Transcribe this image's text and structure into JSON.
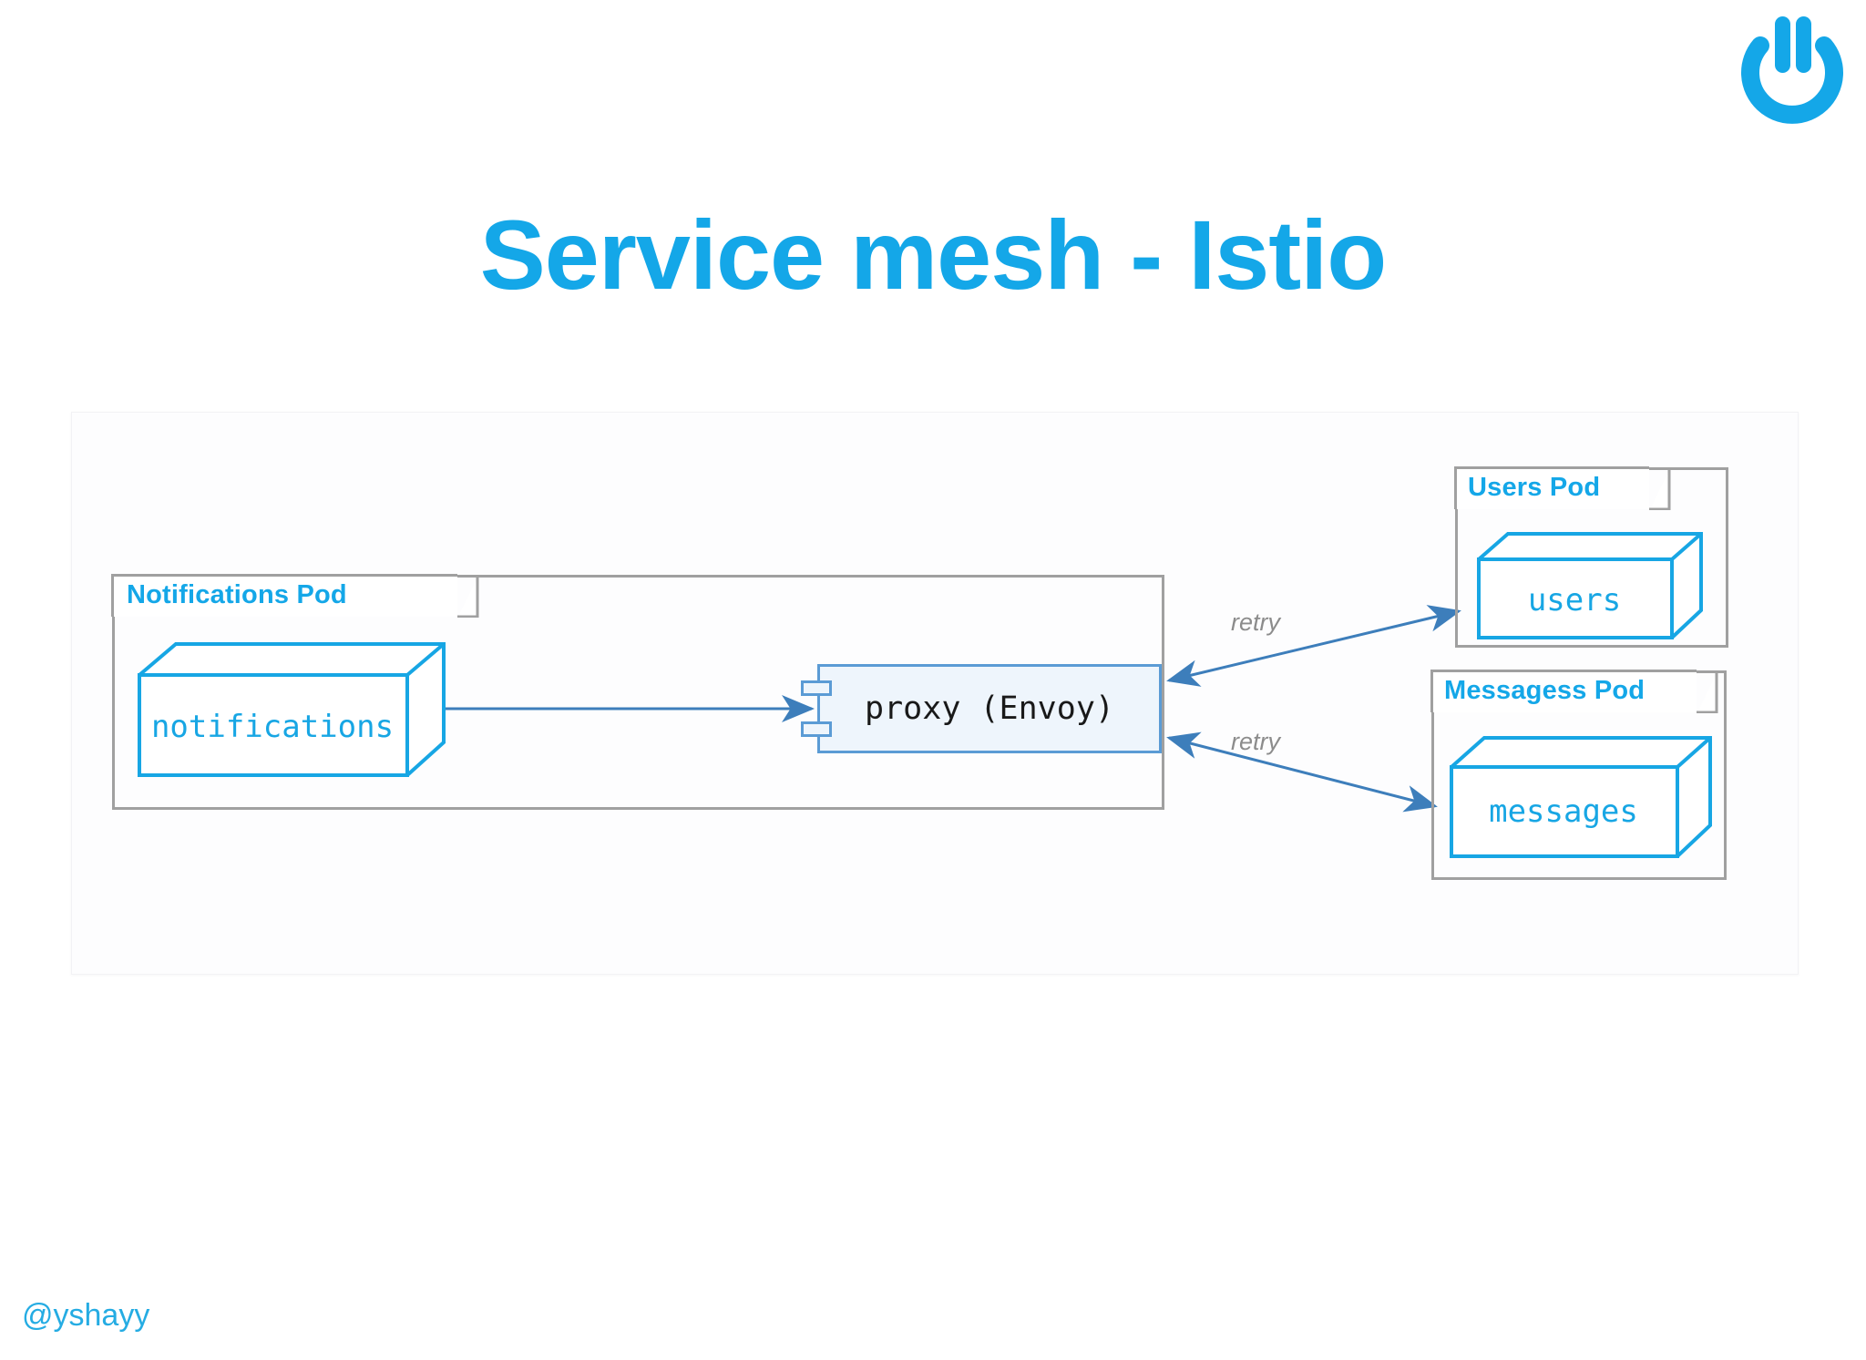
{
  "slide": {
    "title": "Service mesh - Istio",
    "footer_handle": "@yshayy",
    "brand_logo_icon": "power-hand-icon",
    "colors": {
      "brand_blue": "#14A7E8",
      "node_blue": "#17A6E4",
      "component_border": "#5b9bd5",
      "component_fill": "#eef5fc",
      "pod_border": "#a0a0a0",
      "arrow_blue": "#3d7ebb",
      "edge_label_gray": "#8c8c8c",
      "background": "#ffffff"
    }
  },
  "diagram": {
    "type": "component-deployment-diagram",
    "pods": [
      {
        "id": "notifications-pod",
        "label": "Notifications Pod",
        "node": {
          "id": "notifications-node",
          "label": "notifications"
        }
      },
      {
        "id": "users-pod",
        "label": "Users Pod",
        "node": {
          "id": "users-node",
          "label": "users"
        }
      },
      {
        "id": "messages-pod",
        "label": "Messagess Pod",
        "node": {
          "id": "messages-node",
          "label": "messages"
        }
      }
    ],
    "components": [
      {
        "id": "proxy-component",
        "label": "proxy (Envoy)",
        "stereotype": "component"
      }
    ],
    "edges": [
      {
        "id": "edge-notifications-proxy",
        "from": "notifications",
        "to": "proxy (Envoy)",
        "direction": "bidirectional",
        "label": ""
      },
      {
        "id": "edge-proxy-users",
        "from": "proxy (Envoy)",
        "to": "users",
        "direction": "bidirectional",
        "label": "retry"
      },
      {
        "id": "edge-proxy-messages",
        "from": "proxy (Envoy)",
        "to": "messages",
        "direction": "bidirectional",
        "label": "retry"
      }
    ]
  }
}
